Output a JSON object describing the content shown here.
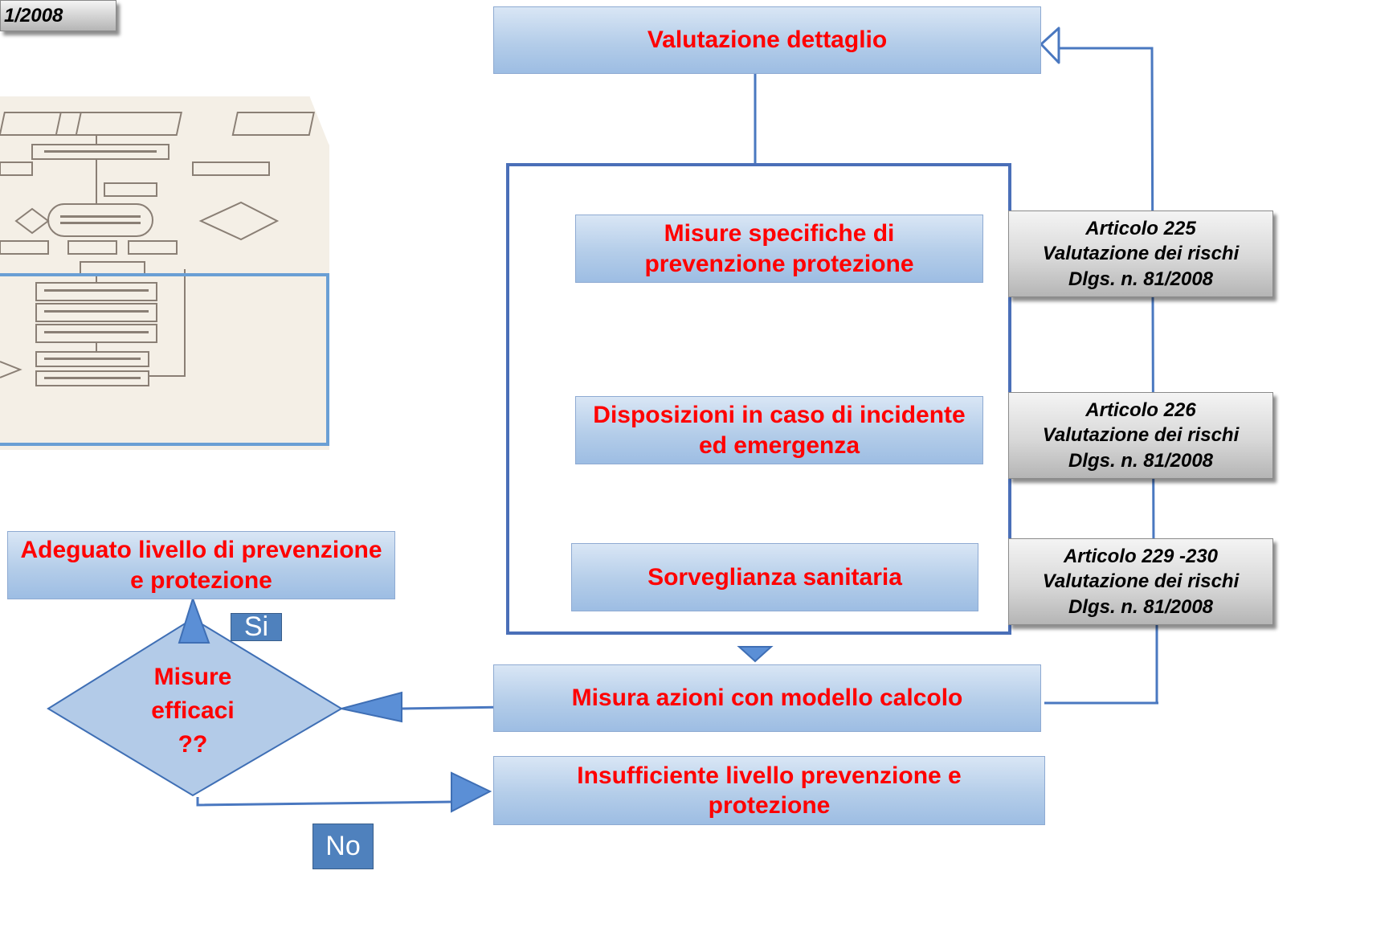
{
  "header_fragment": "1/2008",
  "nodes": {
    "valutazione_dettaglio": "Valutazione dettaglio",
    "misure_specifiche": "Misure specifiche di prevenzione  protezione",
    "disposizioni": "Disposizioni in caso di incidente ed emergenza",
    "sorveglianza": "Sorveglianza sanitaria",
    "misura_azioni": "Misura azioni con modello calcolo",
    "insufficiente": "Insufficiente livello prevenzione e protezione",
    "adeguato": "Adeguato livello di prevenzione e protezione",
    "decision": "Misure efficaci ??"
  },
  "labels": {
    "yes": "Si",
    "no": "No"
  },
  "references": [
    {
      "line1": "Articolo 225",
      "line2": "Valutazione dei rischi",
      "line3": "Dlgs. n. 81/2008"
    },
    {
      "line1": "Articolo 226",
      "line2": "Valutazione dei rischi",
      "line3": "Dlgs. n. 81/2008"
    },
    {
      "line1": "Articolo  229 -230",
      "line2": "Valutazione dei rischi",
      "line3": "Dlgs. n. 81/2008"
    }
  ],
  "colors": {
    "node_text": "#ff0000",
    "node_fill": "#b4cde9",
    "connector": "#4f81bd",
    "tag_fill": "#4f81bd",
    "reference_fill": "#d8d8d8"
  }
}
